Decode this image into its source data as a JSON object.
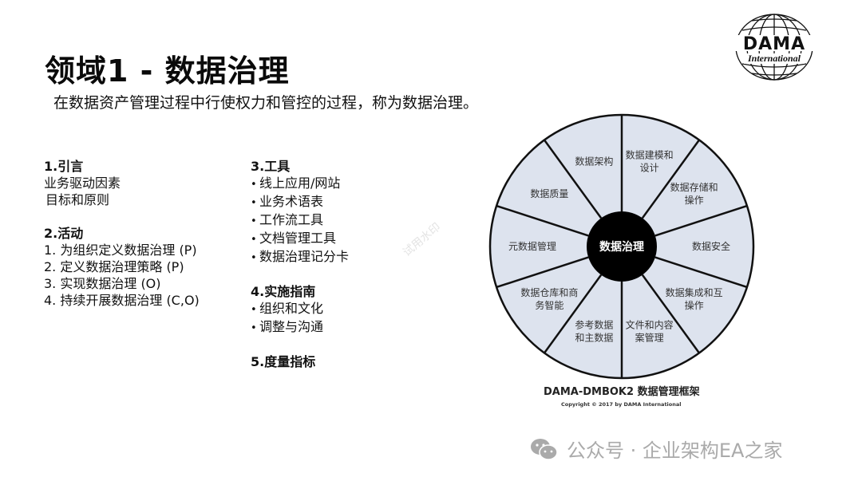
{
  "header": {
    "title": "领域1 - 数据治理",
    "subtitle": "在数据资产管理过程中行使权力和管控的过程，称为数据治理。"
  },
  "sections": {
    "intro": {
      "heading": "1.引言",
      "items": [
        "业务驱动因素",
        "目标和原则"
      ]
    },
    "activities": {
      "heading": "2.活动",
      "items": [
        "1. 为组织定义数据治理 (P)",
        "2. 定义数据治理策略 (P)",
        "3. 实现数据治理 (O)",
        "4. 持续开展数据治理 (C,O)"
      ]
    },
    "tools": {
      "heading": "3.工具",
      "items": [
        "线上应用/网站",
        "业务术语表",
        "工作流工具",
        "文档管理工具",
        "数据治理记分卡"
      ]
    },
    "guidance": {
      "heading": "4.实施指南",
      "items": [
        "组织和文化",
        "调整与沟通"
      ]
    },
    "metrics": {
      "heading": "5.度量指标"
    }
  },
  "wheel": {
    "center": "数据治理",
    "segments": [
      [
        "数据建模和",
        "设计"
      ],
      [
        "数据存储和",
        "操作"
      ],
      [
        "数据安全"
      ],
      [
        "数据集成和互",
        "操作"
      ],
      [
        "文件和内容",
        "案管理"
      ],
      [
        "参考数据",
        "和主数据"
      ],
      [
        "数据仓库和商",
        "务智能"
      ],
      [
        "元数据管理"
      ],
      [
        "数据质量"
      ],
      [
        "数据架构"
      ]
    ],
    "caption": "DAMA-DMBOK2 数据管理框架",
    "copyright": "Copyright © 2017 by DAMA International",
    "fill_color": "#dde3ee",
    "hub_color": "#000000"
  },
  "logo": {
    "main": "DAMA",
    "sub": "International"
  },
  "watermark": "试用水印",
  "footer": {
    "icon": "wechat-icon",
    "text": "公众号 · 企业架构EA之家"
  }
}
